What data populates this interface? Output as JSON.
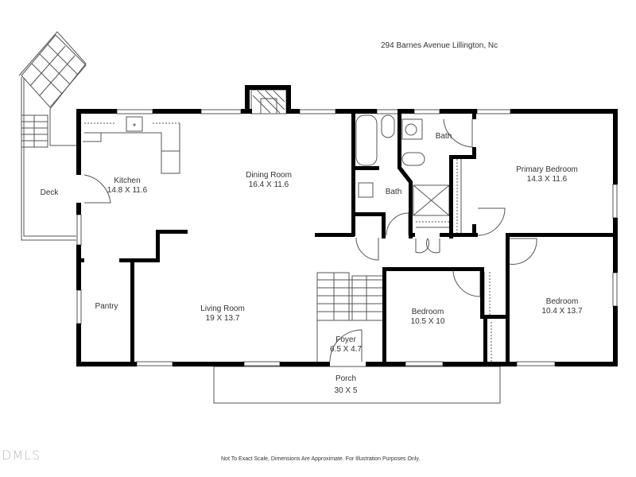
{
  "header": {
    "address": "294 Barnes Avenue Lillington, Nc"
  },
  "rooms": [
    {
      "id": "deck",
      "name": "Deck",
      "dims": ""
    },
    {
      "id": "kitchen",
      "name": "Kitchen",
      "dims": "14.8 X 11.6"
    },
    {
      "id": "dining",
      "name": "Dining Room",
      "dims": "16.4 X 11.6"
    },
    {
      "id": "bath1",
      "name": "Bath",
      "dims": ""
    },
    {
      "id": "bath2",
      "name": "Bath",
      "dims": ""
    },
    {
      "id": "primary",
      "name": "Primary Bedroom",
      "dims": "14.3 X 11.6"
    },
    {
      "id": "pantry",
      "name": "Pantry",
      "dims": ""
    },
    {
      "id": "living",
      "name": "Living Room",
      "dims": "19 X 13.7"
    },
    {
      "id": "foyer",
      "name": "Foyer",
      "dims": "6.5 X 4.7"
    },
    {
      "id": "bedroom2",
      "name": "Bedroom",
      "dims": "10.5 X 10"
    },
    {
      "id": "bedroom3",
      "name": "Bedroom",
      "dims": "10.4 X 13.7"
    },
    {
      "id": "porch",
      "name": "Porch",
      "dims": "30 X 5"
    }
  ],
  "footer": {
    "disclaimer": "Not To Exact Scale, Dimensions Are Approximate. For Illustration Purposes Only."
  },
  "watermark": "DMLS",
  "colors": {
    "wall": "#000000",
    "line": "#555555",
    "background": "#ffffff"
  }
}
